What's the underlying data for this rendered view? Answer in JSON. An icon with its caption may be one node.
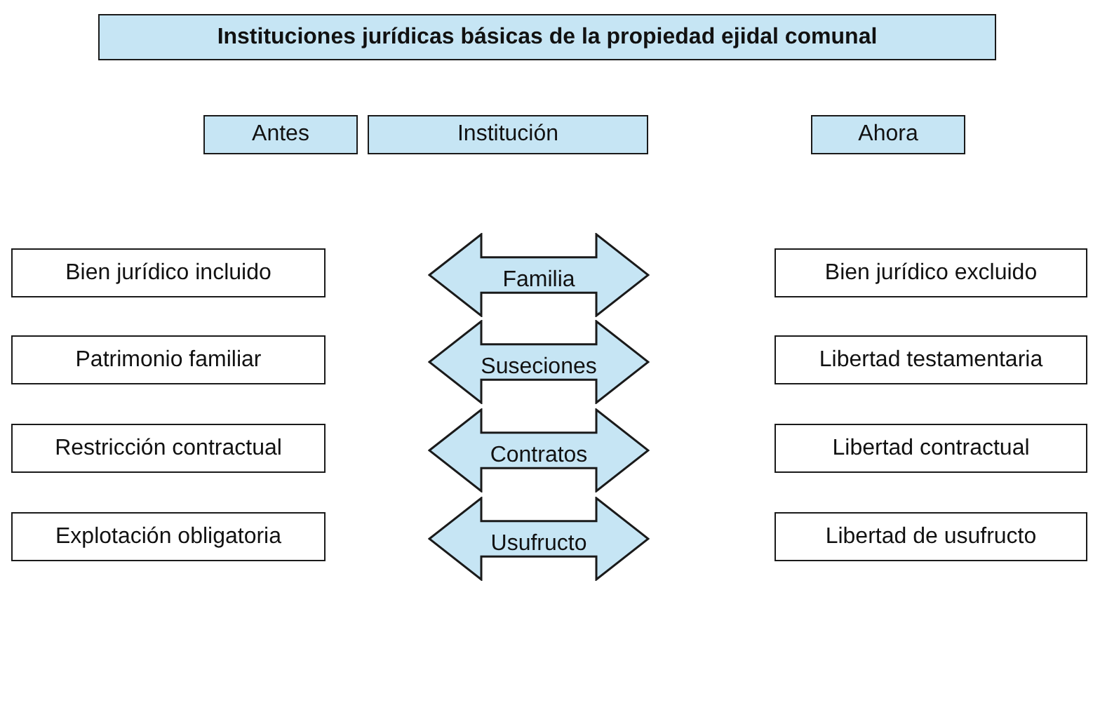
{
  "diagram": {
    "nodes": [
      {
        "text": [
          "Instituciones jurídicas básicas de la propiedad ejidal comunal"
        ]
      },
      {
        "text": [
          "Antes"
        ]
      },
      {
        "text": [
          "Institución"
        ]
      },
      {
        "text": [
          "Ahora"
        ]
      },
      {
        "text": [
          "Bien jurídico incluido"
        ]
      },
      {
        "text": [
          "Familia"
        ]
      },
      {
        "text": [
          "Bien jurídico excluido"
        ]
      },
      {
        "text": [
          "Patrimonio familiar"
        ]
      },
      {
        "text": [
          "Suseciones"
        ]
      },
      {
        "text": [
          "Libertad testamentaria"
        ]
      },
      {
        "text": [
          "Restricción contractual"
        ]
      },
      {
        "text": [
          "Contratos"
        ]
      },
      {
        "text": [
          "Libertad contractual"
        ]
      },
      {
        "text": [
          "Explotación obligatoria"
        ]
      },
      {
        "text": [
          "Usufructo"
        ]
      },
      {
        "text": [
          "Libertad de usufructo"
        ]
      }
    ]
  }
}
